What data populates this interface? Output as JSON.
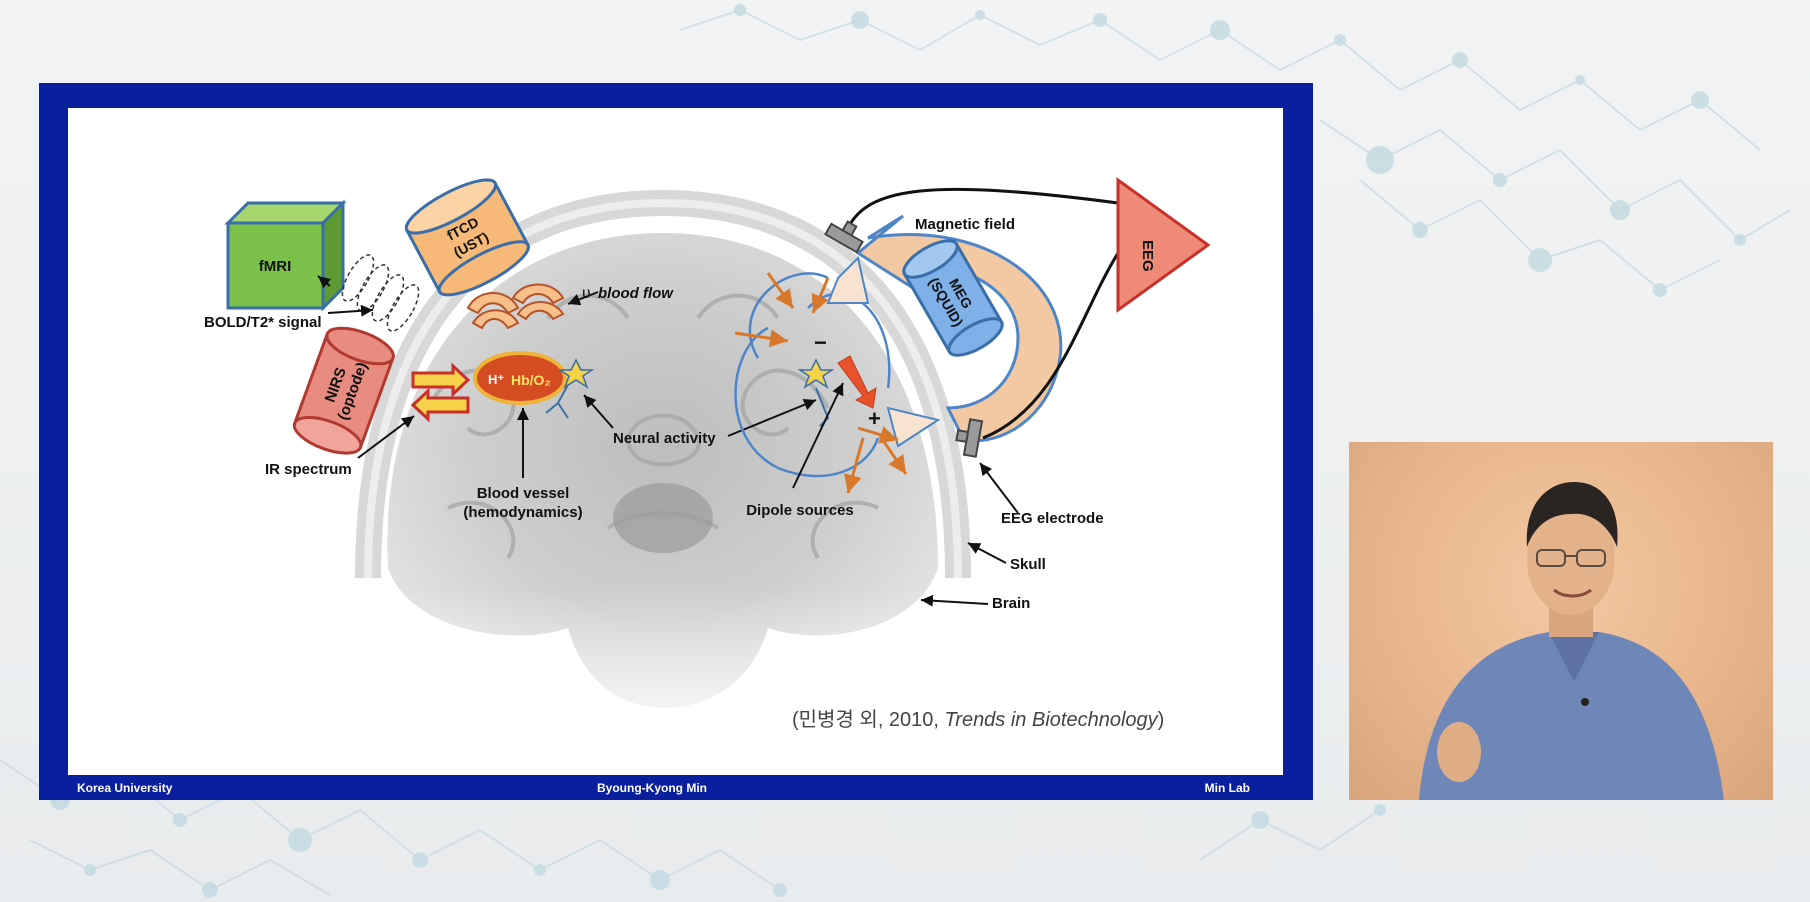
{
  "footer": {
    "left": "Korea University",
    "center": "Byoung-Kyong Min",
    "right": "Min Lab"
  },
  "citation": {
    "prefix": "(민병경 외, 2010, ",
    "journal": "Trends in Biotechnology",
    "suffix": ")"
  },
  "diagram": {
    "fmri": "fMRI",
    "ftcd_line1": "fTCD",
    "ftcd_line2": "(UST)",
    "bold": "BOLD/T2* signal",
    "blood_flow_symbol": "ʋ",
    "blood_flow": "blood flow",
    "nirs_line1": "NIRS",
    "nirs_line2": "(optode)",
    "ir_spectrum": "IR spectrum",
    "h_plus": "H⁺",
    "hbo2": "Hb/O₂",
    "neural_activity": "Neural activity",
    "blood_vessel_line1": "Blood vessel",
    "blood_vessel_line2": "(hemodynamics)",
    "magnetic_field": "Magnetic field",
    "meg_line1": "MEG",
    "meg_line2": "(SQUID)",
    "eeg": "EEG",
    "minus": "−",
    "plus": "+",
    "dipole_sources": "Dipole sources",
    "eeg_electrode": "EEG electrode",
    "skull": "Skull",
    "brain": "Brain"
  },
  "colors": {
    "slide_border": "#0a1f9e",
    "fmri_green": "#7cc04a",
    "ftcd_orange": "#f7b978",
    "nirs_red": "#e88b80",
    "meg_blue": "#7fb0e8",
    "eeg_red": "#ef8a77",
    "field_tan": "#f2c9a2",
    "arrow_orange": "#d9782a"
  }
}
